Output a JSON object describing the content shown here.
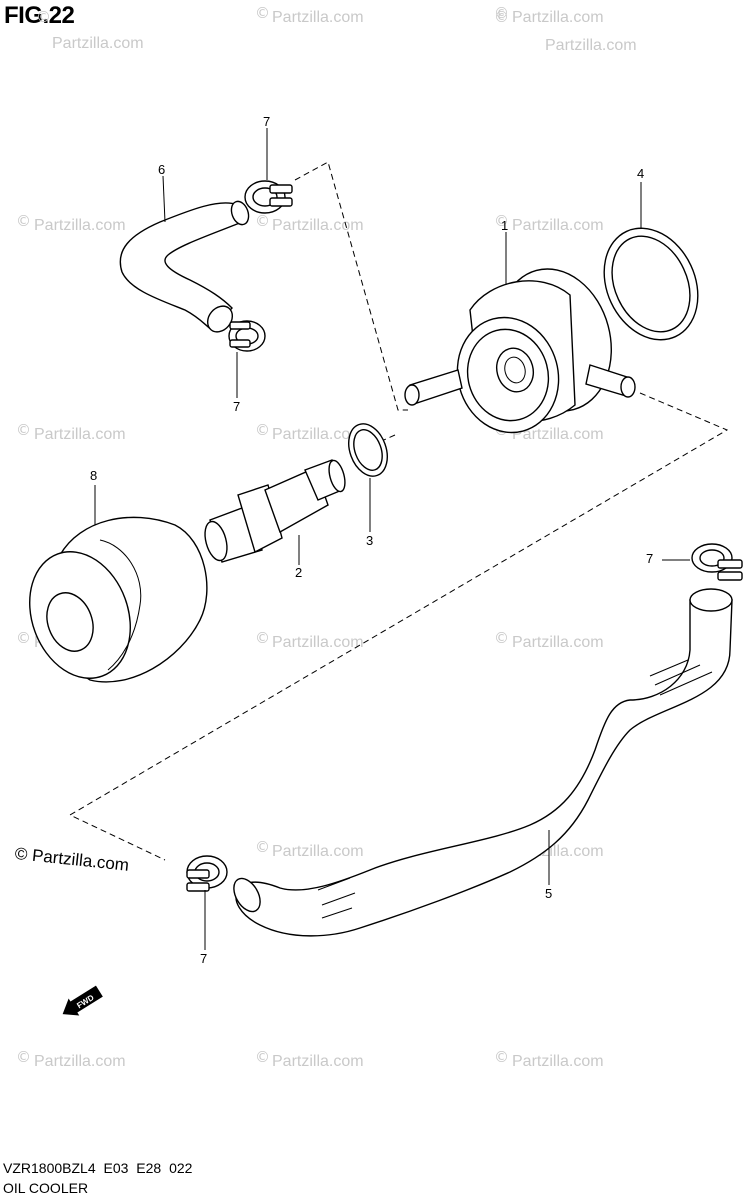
{
  "figure": {
    "title": "FIG.22",
    "model_code": "VZR1800BZL4  E03  E28  022",
    "section_name": "OIL COOLER",
    "fwd_label": "FWD"
  },
  "watermark": {
    "text": "Partzilla.com",
    "prominent": "© Partzilla.com"
  },
  "callouts": [
    {
      "id": "1",
      "part": "oil cooler"
    },
    {
      "id": "2",
      "part": "union bolt"
    },
    {
      "id": "3",
      "part": "o-ring"
    },
    {
      "id": "4",
      "part": "o-ring large"
    },
    {
      "id": "5",
      "part": "hose long"
    },
    {
      "id": "6",
      "part": "hose short"
    },
    {
      "id": "7",
      "part": "clamp"
    },
    {
      "id": "8",
      "part": "oil filter"
    }
  ],
  "colors": {
    "line": "#000000",
    "watermark": "#c9c9c9",
    "background": "#ffffff"
  }
}
